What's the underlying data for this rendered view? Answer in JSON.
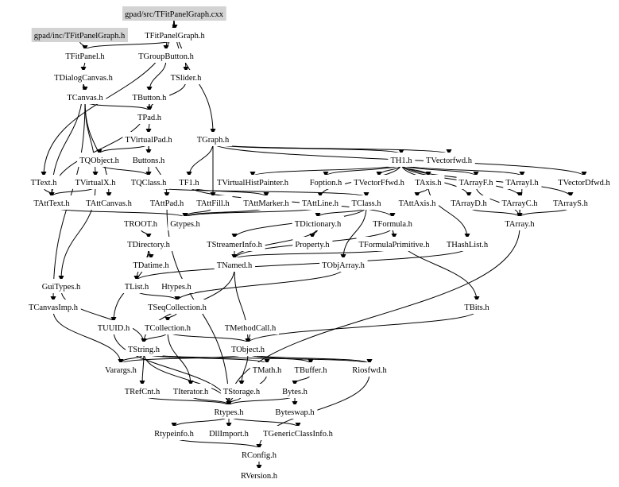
{
  "graph": {
    "highlight_color": "#d3d3d3",
    "edge_color": "#000000",
    "nodes": [
      {
        "id": "src",
        "label": "gpad/src/TFitPanelGraph.cxx",
        "highlighted": true
      },
      {
        "id": "inc",
        "label": "gpad/inc/TFitPanelGraph.h",
        "highlighted": true
      },
      {
        "id": "TFitPanelGraph",
        "label": "TFitPanelGraph.h"
      },
      {
        "id": "TFitPanel",
        "label": "TFitPanel.h"
      },
      {
        "id": "TGroupButton",
        "label": "TGroupButton.h"
      },
      {
        "id": "TDialogCanvas",
        "label": "TDialogCanvas.h"
      },
      {
        "id": "TSlider",
        "label": "TSlider.h"
      },
      {
        "id": "TCanvas",
        "label": "TCanvas.h"
      },
      {
        "id": "TButton",
        "label": "TButton.h"
      },
      {
        "id": "TPad",
        "label": "TPad.h"
      },
      {
        "id": "TVirtualPad",
        "label": "TVirtualPad.h"
      },
      {
        "id": "TGraph",
        "label": "TGraph.h"
      },
      {
        "id": "TQObject",
        "label": "TQObject.h"
      },
      {
        "id": "Buttons",
        "label": "Buttons.h"
      },
      {
        "id": "TH1",
        "label": "TH1.h"
      },
      {
        "id": "TVectorfwd",
        "label": "TVectorfwd.h"
      },
      {
        "id": "TText",
        "label": "TText.h"
      },
      {
        "id": "TVirtualX",
        "label": "TVirtualX.h"
      },
      {
        "id": "TQClass",
        "label": "TQClass.h"
      },
      {
        "id": "TF1",
        "label": "TF1.h"
      },
      {
        "id": "TVirtualHistPainter",
        "label": "TVirtualHistPainter.h"
      },
      {
        "id": "Foption",
        "label": "Foption.h"
      },
      {
        "id": "TVectorFfwd",
        "label": "TVectorFfwd.h"
      },
      {
        "id": "TAxis",
        "label": "TAxis.h"
      },
      {
        "id": "TArrayF",
        "label": "TArrayF.h"
      },
      {
        "id": "TArrayI",
        "label": "TArrayI.h"
      },
      {
        "id": "TVectorDfwd",
        "label": "TVectorDfwd.h"
      },
      {
        "id": "TAttText",
        "label": "TAttText.h"
      },
      {
        "id": "TAttCanvas",
        "label": "TAttCanvas.h"
      },
      {
        "id": "TAttPad",
        "label": "TAttPad.h"
      },
      {
        "id": "TAttFill",
        "label": "TAttFill.h"
      },
      {
        "id": "TAttMarker",
        "label": "TAttMarker.h"
      },
      {
        "id": "TAttLine",
        "label": "TAttLine.h"
      },
      {
        "id": "TClass",
        "label": "TClass.h"
      },
      {
        "id": "TAttAxis",
        "label": "TAttAxis.h"
      },
      {
        "id": "TArrayD",
        "label": "TArrayD.h"
      },
      {
        "id": "TArrayC",
        "label": "TArrayC.h"
      },
      {
        "id": "TArrayS",
        "label": "TArrayS.h"
      },
      {
        "id": "TROOT",
        "label": "TROOT.h"
      },
      {
        "id": "Gtypes",
        "label": "Gtypes.h"
      },
      {
        "id": "TDictionary",
        "label": "TDictionary.h"
      },
      {
        "id": "TFormula",
        "label": "TFormula.h"
      },
      {
        "id": "TArray",
        "label": "TArray.h"
      },
      {
        "id": "TDirectory",
        "label": "TDirectory.h"
      },
      {
        "id": "TStreamerInfo",
        "label": "TStreamerInfo.h"
      },
      {
        "id": "Property",
        "label": "Property.h"
      },
      {
        "id": "TFormulaPrimitive",
        "label": "TFormulaPrimitive.h"
      },
      {
        "id": "THashList",
        "label": "THashList.h"
      },
      {
        "id": "TDatime",
        "label": "TDatime.h"
      },
      {
        "id": "TNamed",
        "label": "TNamed.h"
      },
      {
        "id": "TObjArray",
        "label": "TObjArray.h"
      },
      {
        "id": "GuiTypes",
        "label": "GuiTypes.h"
      },
      {
        "id": "TList",
        "label": "TList.h"
      },
      {
        "id": "Htypes",
        "label": "Htypes.h"
      },
      {
        "id": "TCanvasImp",
        "label": "TCanvasImp.h"
      },
      {
        "id": "TSeqCollection",
        "label": "TSeqCollection.h"
      },
      {
        "id": "TBits",
        "label": "TBits.h"
      },
      {
        "id": "TUUID",
        "label": "TUUID.h"
      },
      {
        "id": "TCollection",
        "label": "TCollection.h"
      },
      {
        "id": "TMethodCall",
        "label": "TMethodCall.h"
      },
      {
        "id": "TString",
        "label": "TString.h"
      },
      {
        "id": "TObject",
        "label": "TObject.h"
      },
      {
        "id": "Varargs",
        "label": "Varargs.h"
      },
      {
        "id": "TMath",
        "label": "TMath.h"
      },
      {
        "id": "TBuffer",
        "label": "TBuffer.h"
      },
      {
        "id": "Riosfwd",
        "label": "Riosfwd.h"
      },
      {
        "id": "TRefCnt",
        "label": "TRefCnt.h"
      },
      {
        "id": "TIterator",
        "label": "TIterator.h"
      },
      {
        "id": "TStorage",
        "label": "TStorage.h"
      },
      {
        "id": "Bytes",
        "label": "Bytes.h"
      },
      {
        "id": "Rtypes",
        "label": "Rtypes.h"
      },
      {
        "id": "Byteswap",
        "label": "Byteswap.h"
      },
      {
        "id": "Rtypeinfo",
        "label": "Rtypeinfo.h"
      },
      {
        "id": "DllImport",
        "label": "DllImport.h"
      },
      {
        "id": "TGenericClassInfo",
        "label": "TGenericClassInfo.h"
      },
      {
        "id": "RConfig",
        "label": "RConfig.h"
      },
      {
        "id": "RVersion",
        "label": "RVersion.h"
      }
    ],
    "edges": [
      [
        "src",
        "TFitPanelGraph"
      ],
      [
        "src",
        "TText"
      ],
      [
        "src",
        "TGroupButton"
      ],
      [
        "src",
        "TSlider"
      ],
      [
        "src",
        "TGraph"
      ],
      [
        "inc",
        "TFitPanel"
      ],
      [
        "TFitPanelGraph",
        "TFitPanel"
      ],
      [
        "TFitPanel",
        "TDialogCanvas"
      ],
      [
        "TDialogCanvas",
        "TCanvas"
      ],
      [
        "TDialogCanvas",
        "TAttText"
      ],
      [
        "TGroupButton",
        "TButton"
      ],
      [
        "TSlider",
        "TPad"
      ],
      [
        "TButton",
        "TPad"
      ],
      [
        "TCanvas",
        "TPad"
      ],
      [
        "TCanvas",
        "TAttCanvas"
      ],
      [
        "TCanvas",
        "TVirtualX"
      ],
      [
        "TCanvas",
        "TCanvasImp"
      ],
      [
        "TButton",
        "TAttText"
      ],
      [
        "TPad",
        "TVirtualPad"
      ],
      [
        "TVirtualPad",
        "TQObject"
      ],
      [
        "TVirtualPad",
        "Buttons"
      ],
      [
        "TVirtualPad",
        "TAttPad"
      ],
      [
        "TQObject",
        "TQClass"
      ],
      [
        "Buttons",
        "TQClass"
      ],
      [
        "TQClass",
        "TClass"
      ],
      [
        "TGraph",
        "TH1"
      ],
      [
        "TGraph",
        "TF1"
      ],
      [
        "TGraph",
        "TVectorfwd"
      ],
      [
        "TGraph",
        "TVectorDfwd"
      ],
      [
        "TGraph",
        "TAttFill"
      ],
      [
        "TH1",
        "TVirtualHistPainter"
      ],
      [
        "TH1",
        "Foption"
      ],
      [
        "TH1",
        "TVectorFfwd"
      ],
      [
        "TH1",
        "TAxis"
      ],
      [
        "TH1",
        "TArrayF"
      ],
      [
        "TH1",
        "TArrayI"
      ],
      [
        "TH1",
        "TArrayD"
      ],
      [
        "TH1",
        "TArrayC"
      ],
      [
        "TH1",
        "TArrayS"
      ],
      [
        "TH1",
        "TAttLine"
      ],
      [
        "TF1",
        "TFormula"
      ],
      [
        "TF1",
        "TAttMarker"
      ],
      [
        "TAxis",
        "TAttAxis"
      ],
      [
        "TAxis",
        "THashList"
      ],
      [
        "TArrayF",
        "TArray"
      ],
      [
        "TArrayI",
        "TArray"
      ],
      [
        "TArrayD",
        "TArray"
      ],
      [
        "TArrayC",
        "TArray"
      ],
      [
        "TArrayS",
        "TArray"
      ],
      [
        "TText",
        "TAttText"
      ],
      [
        "TVirtualX",
        "TAttText"
      ],
      [
        "TVirtualX",
        "GuiTypes"
      ],
      [
        "TAttText",
        "Gtypes"
      ],
      [
        "TAttFill",
        "Gtypes"
      ],
      [
        "TAttMarker",
        "Gtypes"
      ],
      [
        "TAttLine",
        "Gtypes"
      ],
      [
        "TAttPad",
        "Rtypes"
      ],
      [
        "TClass",
        "TDictionary"
      ],
      [
        "TClass",
        "TObjArray"
      ],
      [
        "TClass",
        "TStreamerInfo"
      ],
      [
        "TDictionary",
        "Property"
      ],
      [
        "TDictionary",
        "TNamed"
      ],
      [
        "TFormula",
        "TFormulaPrimitive"
      ],
      [
        "TFormula",
        "TNamed"
      ],
      [
        "TFormula",
        "TBits"
      ],
      [
        "TArray",
        "Rtypes"
      ],
      [
        "TROOT",
        "TDirectory"
      ],
      [
        "TDirectory",
        "TDatime"
      ],
      [
        "TDirectory",
        "TList"
      ],
      [
        "TDirectory",
        "TUUID"
      ],
      [
        "TStreamerInfo",
        "TNamed"
      ],
      [
        "TFormulaPrimitive",
        "TNamed"
      ],
      [
        "THashList",
        "TList"
      ],
      [
        "TNamed",
        "TObject"
      ],
      [
        "TNamed",
        "TString"
      ],
      [
        "TObjArray",
        "TSeqCollection"
      ],
      [
        "GuiTypes",
        "TString"
      ],
      [
        "TList",
        "TSeqCollection"
      ],
      [
        "TCanvasImp",
        "Varargs"
      ],
      [
        "TSeqCollection",
        "TCollection"
      ],
      [
        "TCollection",
        "TObject"
      ],
      [
        "TCollection",
        "TIterator"
      ],
      [
        "TCollection",
        "TString"
      ],
      [
        "TMethodCall",
        "TObject"
      ],
      [
        "TBits",
        "TObject"
      ],
      [
        "TUUID",
        "Rtypes"
      ],
      [
        "TString",
        "TRefCnt"
      ],
      [
        "TString",
        "Varargs"
      ],
      [
        "TString",
        "TMath"
      ],
      [
        "TString",
        "Riosfwd"
      ],
      [
        "TString",
        "Rtypes"
      ],
      [
        "TObject",
        "TStorage"
      ],
      [
        "TObject",
        "Varargs"
      ],
      [
        "TObject",
        "TBuffer"
      ],
      [
        "TObject",
        "Riosfwd"
      ],
      [
        "TBuffer",
        "Bytes"
      ],
      [
        "TMath",
        "Rtypes"
      ],
      [
        "Bytes",
        "Rtypes"
      ],
      [
        "Bytes",
        "Byteswap"
      ],
      [
        "TRefCnt",
        "Rtypes"
      ],
      [
        "TIterator",
        "Rtypes"
      ],
      [
        "TStorage",
        "Rtypes"
      ],
      [
        "Rtypes",
        "Rtypeinfo"
      ],
      [
        "Rtypes",
        "DllImport"
      ],
      [
        "Rtypes",
        "TGenericClassInfo"
      ],
      [
        "Rtypeinfo",
        "RConfig"
      ],
      [
        "Riosfwd",
        "RConfig"
      ],
      [
        "RConfig",
        "RVersion"
      ]
    ]
  }
}
